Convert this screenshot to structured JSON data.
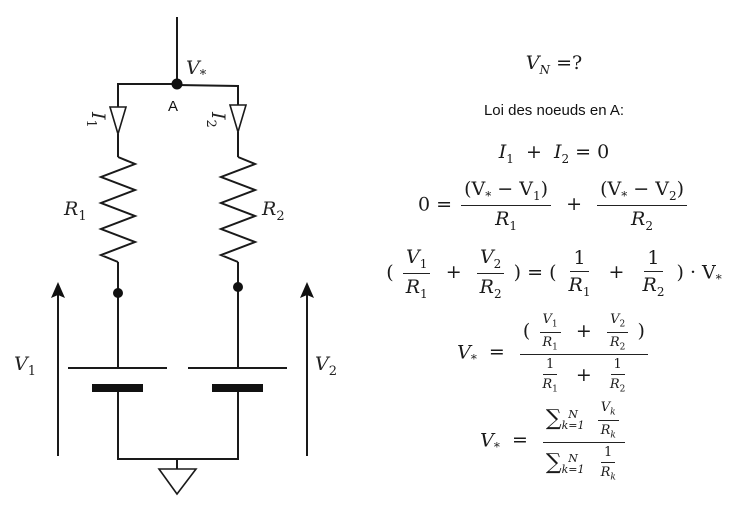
{
  "circuit": {
    "title": "Nodal voltage circuit",
    "node_label": "A",
    "node_voltage": {
      "symbol": "V",
      "sub": "*"
    },
    "currents": [
      {
        "symbol": "I",
        "sub": "1"
      },
      {
        "symbol": "I",
        "sub": "2"
      }
    ],
    "resistors": [
      {
        "symbol": "R",
        "sub": "1"
      },
      {
        "symbol": "R",
        "sub": "2"
      }
    ],
    "sources": [
      {
        "symbol": "V",
        "sub": "1"
      },
      {
        "symbol": "V",
        "sub": "2"
      }
    ],
    "ground": "ground-symbol"
  },
  "equations": {
    "question": {
      "lhs": "V",
      "lhs_sub": "N",
      "rhs": "=?"
    },
    "law_text": "Loi des noeuds en A:",
    "kcl": {
      "t1": "I",
      "s1": "1",
      "op": "+",
      "t2": "I",
      "s2": "2",
      "rhs": "= 0"
    },
    "eq1": {
      "lhs": "0 =",
      "num1": "(V",
      "num1_sub_a": "*",
      "num1_mid": " − V",
      "num1_sub_b": "1",
      "num1_end": ")",
      "den1": "R",
      "den1_sub": "1",
      "op": "+",
      "num2": "(V",
      "num2_sub_a": "*",
      "num2_mid": " − V",
      "num2_sub_b": "2",
      "num2_end": ")",
      "den2": "R",
      "den2_sub": "2"
    },
    "eq2": {
      "open": "(",
      "n1": "V",
      "n1s": "1",
      "d1": "R",
      "d1s": "1",
      "plus": "+",
      "n2": "V",
      "n2s": "2",
      "d2": "R",
      "d2s": "2",
      "close": ") = (",
      "one": "1",
      "e1": "R",
      "e1s": "1",
      "e2": "R",
      "e2s": "2",
      "tail": ") · V",
      "tail_sub": "*"
    },
    "eq3": {
      "lhs": "V",
      "lhs_sub": "*",
      "eq": "=",
      "open": "(",
      "n1": "V",
      "n1s": "1",
      "d1": "R",
      "d1s": "1",
      "plus": "+",
      "n2": "V",
      "n2s": "2",
      "d2": "R",
      "d2s": "2",
      "close": ")",
      "one": "1",
      "e1": "R",
      "e1s": "1",
      "e2": "R",
      "e2s": "2"
    },
    "eq4": {
      "lhs": "V",
      "lhs_sub": "*",
      "eq": "=",
      "sigma": "∑",
      "upper": "N",
      "lower": "k=1",
      "num_top": "V",
      "num_top_sub": "k",
      "num_bot": "R",
      "num_bot_sub": "k",
      "den_top": "1",
      "den_bot": "R",
      "den_bot_sub": "k"
    }
  }
}
